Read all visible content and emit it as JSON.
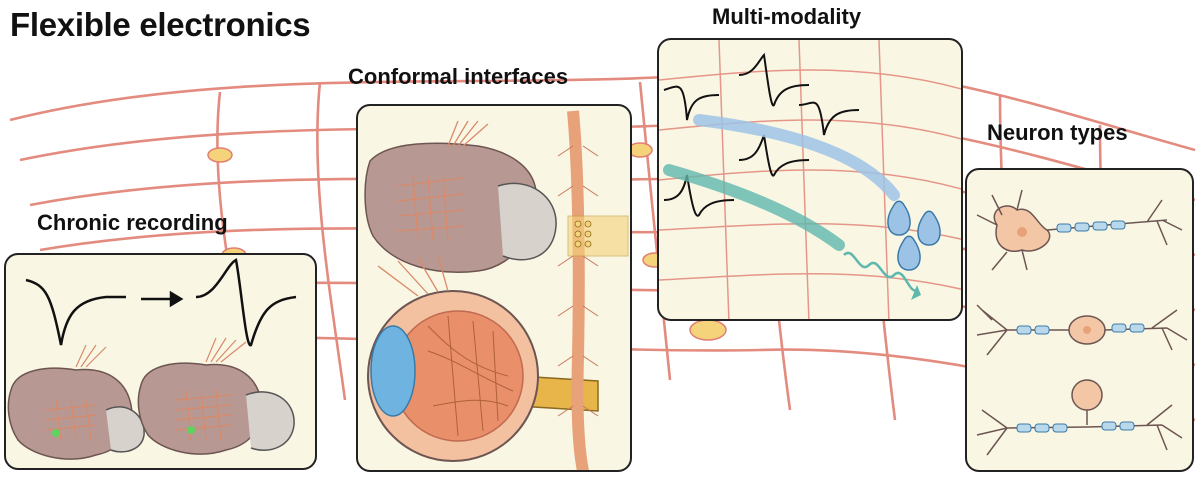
{
  "title": "Flexible electronics",
  "panels": {
    "chronic": {
      "label": "Chronic recording",
      "arrow_icon": "arrow-right-icon"
    },
    "conformal": {
      "label": "Conformal interfaces"
    },
    "multi": {
      "label": "Multi-modality"
    },
    "neuron": {
      "label": "Neuron types"
    }
  },
  "colors": {
    "mesh": "#e07f72",
    "node": "#f5d37a",
    "panel_bg": "#faf6e4",
    "brain": "#b89893",
    "electrode": "#d88a6a",
    "fiber_blue": "#9cc3e6",
    "fiber_teal": "#5fb8ad",
    "neuron_body": "#f3c7a6",
    "myelin": "#b9d8ec"
  }
}
